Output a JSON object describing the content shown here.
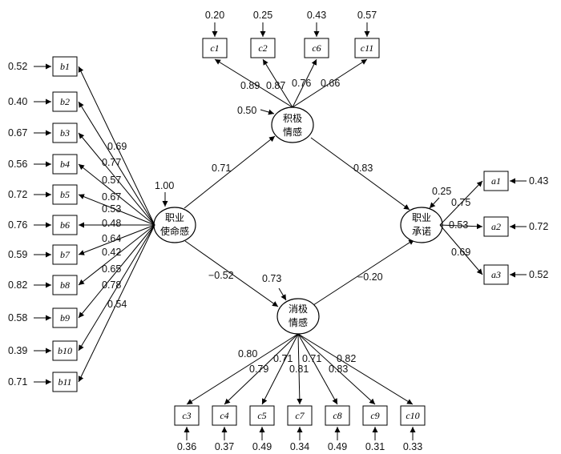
{
  "latent": {
    "mission": {
      "line1": "职业",
      "line2": "使命感",
      "error_variance": "1.00"
    },
    "positive": {
      "line1": "积极",
      "line2": "情感",
      "error_variance": "0.50"
    },
    "negative": {
      "line1": "消极",
      "line2": "情感",
      "error_variance": "0.73"
    },
    "commitment": {
      "line1": "职业",
      "line2": "承诺",
      "error_variance": "0.25"
    }
  },
  "paths": [
    {
      "from": "职业使命感",
      "to": "积极情感",
      "coef": "0.71"
    },
    {
      "from": "积极情感",
      "to": "职业承诺",
      "coef": "0.83"
    },
    {
      "from": "职业使命感",
      "to": "消极情感",
      "coef": "−0.52"
    },
    {
      "from": "消极情感",
      "to": "职业承诺",
      "coef": "−0.20"
    }
  ],
  "b_indicators": [
    {
      "name": "b1",
      "error": "0.52",
      "loading": "0.69"
    },
    {
      "name": "b2",
      "error": "0.40",
      "loading": "0.77"
    },
    {
      "name": "b3",
      "error": "0.67",
      "loading": "0.57"
    },
    {
      "name": "b4",
      "error": "0.56",
      "loading": "0.67"
    },
    {
      "name": "b5",
      "error": "0.72",
      "loading": "0.53"
    },
    {
      "name": "b6",
      "error": "0.76",
      "loading": "0.48"
    },
    {
      "name": "b7",
      "error": "0.59",
      "loading": "0.64"
    },
    {
      "name": "b8",
      "error": "0.82",
      "loading": "0.42"
    },
    {
      "name": "b9",
      "error": "0.58",
      "loading": "0.65"
    },
    {
      "name": "b10",
      "error": "0.39",
      "loading": "0.78"
    },
    {
      "name": "b11",
      "error": "0.71",
      "loading": "0.54"
    }
  ],
  "c_top_indicators": [
    {
      "name": "c1",
      "error": "0.20",
      "loading": "0.89"
    },
    {
      "name": "c2",
      "error": "0.25",
      "loading": "0.87"
    },
    {
      "name": "c6",
      "error": "0.43",
      "loading": "0.76"
    },
    {
      "name": "c11",
      "error": "0.57",
      "loading": "0.66"
    }
  ],
  "c_bottom_indicators": [
    {
      "name": "c3",
      "error": "0.36",
      "loading": "0.80"
    },
    {
      "name": "c4",
      "error": "0.37",
      "loading": "0.79"
    },
    {
      "name": "c5",
      "error": "0.49",
      "loading": "0.71"
    },
    {
      "name": "c7",
      "error": "0.34",
      "loading": "0.81"
    },
    {
      "name": "c8",
      "error": "0.49",
      "loading": "0.71"
    },
    {
      "name": "c9",
      "error": "0.31",
      "loading": "0.83"
    },
    {
      "name": "c10",
      "error": "0.33",
      "loading": "0.82"
    }
  ],
  "a_indicators": [
    {
      "name": "a1",
      "error": "0.43",
      "loading": "0.75"
    },
    {
      "name": "a2",
      "error": "0.72",
      "loading": "0.53"
    },
    {
      "name": "a3",
      "error": "0.52",
      "loading": "0.69"
    }
  ]
}
